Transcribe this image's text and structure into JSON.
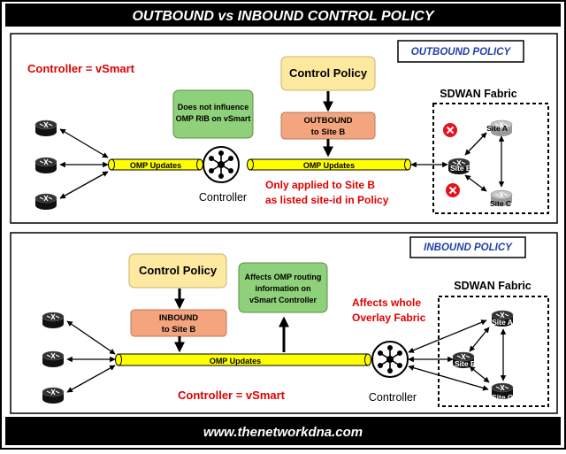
{
  "title": "OUTBOUND vs INBOUND CONTROL POLICY",
  "footer": "www.thenetworkdna.com",
  "outbound": {
    "tag": "OUTBOUND POLICY",
    "controller_eq": "Controller = vSmart",
    "policy_box": "Control Policy",
    "direction_box": [
      "OUTBOUND",
      "to Site B"
    ],
    "note_box": [
      "Does not influence",
      "OMP RIB on vSmart"
    ],
    "pipe_left_label": "OMP Updates",
    "pipe_right_label": "OMP Updates",
    "controller_label": "Controller",
    "applied_note": [
      "Only applied to Site B",
      "as listed site-id in Policy"
    ],
    "fabric_label": "SDWAN Fabric",
    "sites": [
      "Site A",
      "Site B",
      "Site C"
    ]
  },
  "inbound": {
    "tag": "INBOUND POLICY",
    "controller_eq": "Controller = vSmart",
    "policy_box": "Control Policy",
    "direction_box": [
      "INBOUND",
      "to Site B"
    ],
    "note_box": [
      "Affects OMP routing",
      "information on",
      "vSmart Controller"
    ],
    "pipe_label": "OMP Updates",
    "controller_label": "Controller",
    "affects_note": [
      "Affects whole",
      "Overlay Fabric"
    ],
    "fabric_label": "SDWAN Fabric",
    "sites": [
      "Site A",
      "Site B",
      "Site C"
    ]
  },
  "colors": {
    "title_bar": "#000000",
    "red_text": "#e00000",
    "blue_tag": "#1f3fa8",
    "policy_fill": "#fde9a0",
    "direction_fill": "#f4a57e",
    "note_fill": "#8fd07a",
    "pipe_fill": "#ffff00",
    "block_icon": "#e8101a"
  }
}
